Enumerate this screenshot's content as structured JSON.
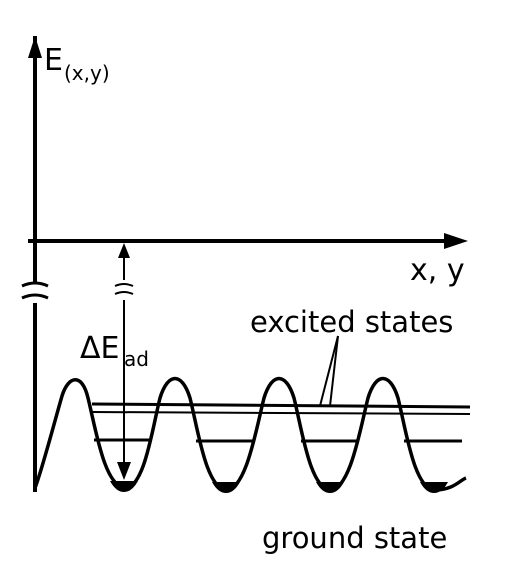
{
  "diagram": {
    "y_axis_label": "E",
    "y_axis_subscript": "(x,y)",
    "x_axis_label": "x, y",
    "energy_gap_label": "ΔE",
    "energy_gap_subscript": "ad",
    "excited_label": "excited states",
    "ground_label": "ground state"
  }
}
